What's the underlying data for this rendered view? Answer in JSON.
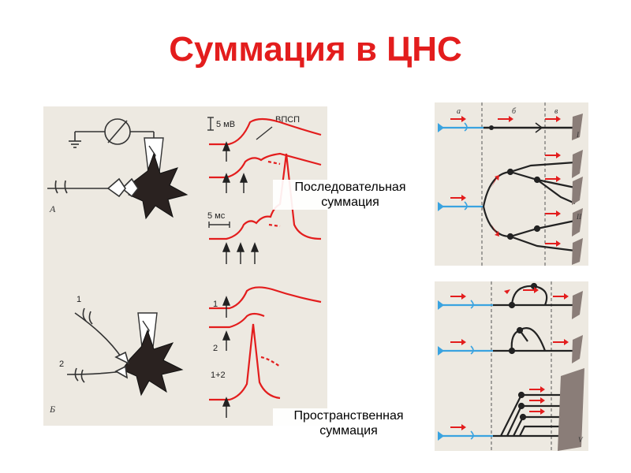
{
  "title": "Суммация в ЦНС",
  "labels": {
    "sequential": "Последовательная\nсуммация",
    "spatial": "Пространственная\nсуммация"
  },
  "left_figure": {
    "panel_a": "А",
    "panel_b": "Б",
    "scale_voltage": "5 мВ",
    "scale_time": "5 мс",
    "epsp": "ВПСП",
    "input_1": "1",
    "input_2": "2",
    "trace_1": "1",
    "trace_2": "2",
    "trace_sum": "1+2"
  },
  "right_figure": {
    "zone_a": "а",
    "zone_b": "б",
    "zone_c": "в",
    "row_1": "I",
    "row_2": "II",
    "row_5": "V"
  },
  "colors": {
    "title": "#e31d1d",
    "trace": "#e31d1d",
    "input_fiber": "#3aa3e0",
    "arrow": "#e31d1d"
  }
}
